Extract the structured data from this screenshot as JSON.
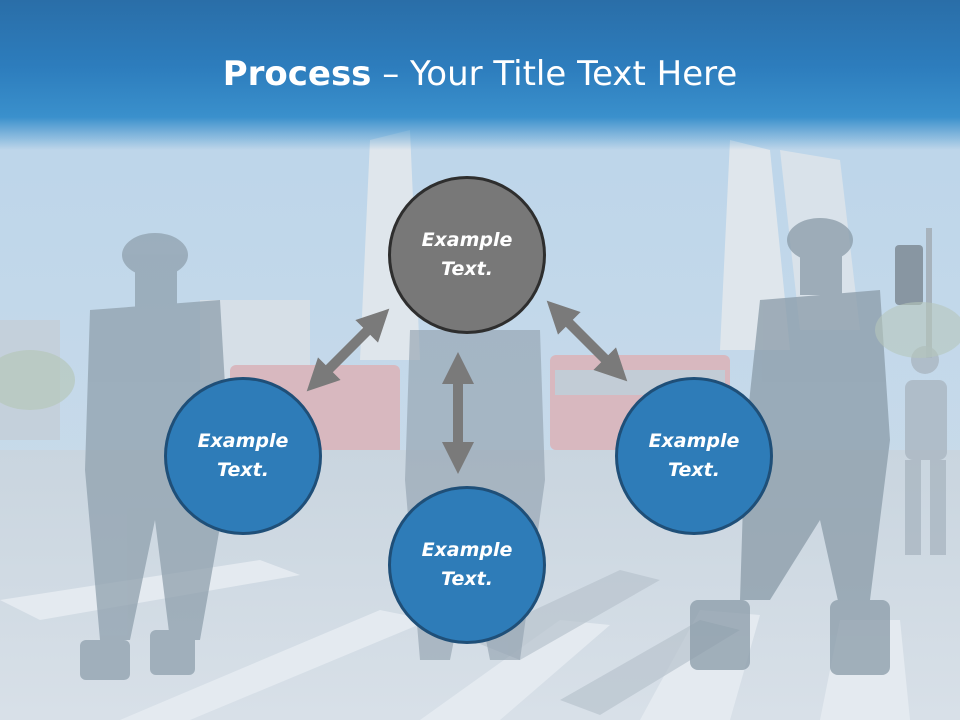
{
  "slide": {
    "title_bold": "Process",
    "title_rest": " – Your Title Text Here"
  },
  "circles": [
    {
      "text": "Example\nText."
    },
    {
      "text": "Example\nText."
    },
    {
      "text": "Example\nText."
    },
    {
      "text": "Example\nText."
    }
  ],
  "colors": {
    "header": "#2d7dbd",
    "circle_blue": "#2e7cb8",
    "circle_gray": "#787878",
    "arrow": "#7a7a7a"
  },
  "icons": [
    "double-arrow-icon"
  ]
}
